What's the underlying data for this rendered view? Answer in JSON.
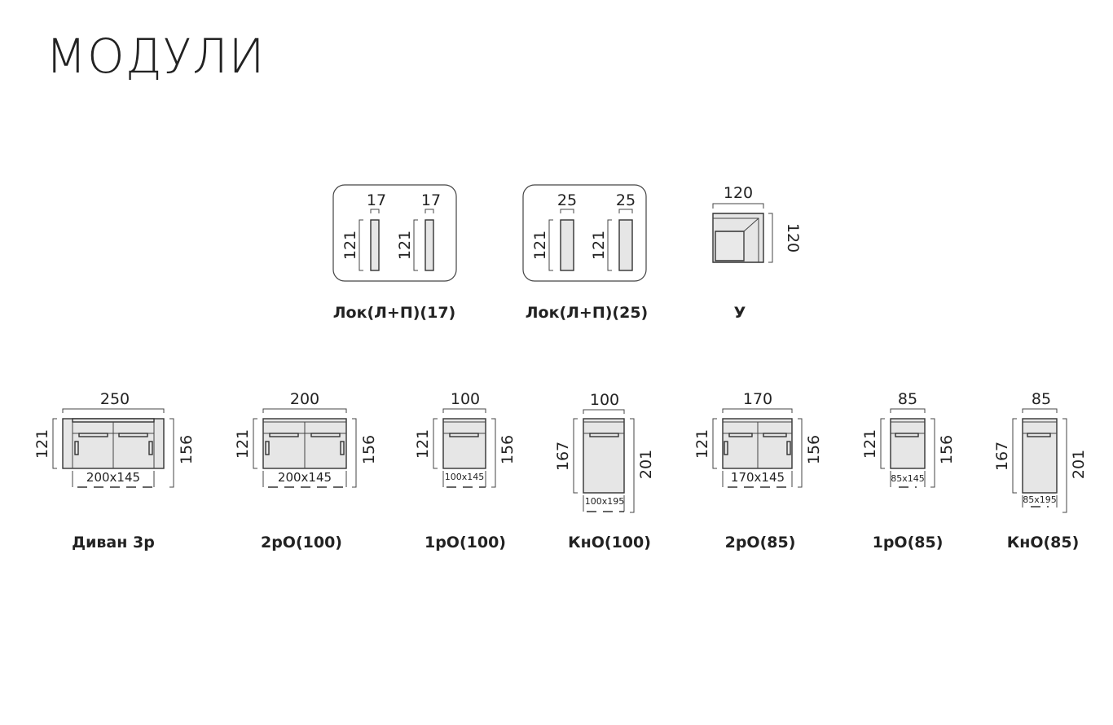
{
  "page": {
    "title": "МОДУЛИ"
  },
  "modules_top": [
    {
      "caption": "Лок(Л+П)(17)",
      "width": "17",
      "height": "121"
    },
    {
      "caption": "Лок(Л+П)(25)",
      "width": "25",
      "height": "121"
    },
    {
      "caption": "У",
      "width": "120",
      "height": "120"
    }
  ],
  "modules_bottom": [
    {
      "caption": "Диван 3р",
      "width": "250",
      "left": "121",
      "right": "156",
      "sleep": "200x145"
    },
    {
      "caption": "2рО(100)",
      "width": "200",
      "left": "121",
      "right": "156",
      "sleep": "200x145"
    },
    {
      "caption": "1рО(100)",
      "width": "100",
      "left": "121",
      "right": "156",
      "sleep": "100x145"
    },
    {
      "caption": "КнО(100)",
      "width": "100",
      "left": "167",
      "right": "201",
      "sleep": "100x195"
    },
    {
      "caption": "2рО(85)",
      "width": "170",
      "left": "121",
      "right": "156",
      "sleep": "170x145"
    },
    {
      "caption": "1рО(85)",
      "width": "85",
      "left": "121",
      "right": "156",
      "sleep": "85x145"
    },
    {
      "caption": "КнО(85)",
      "width": "85",
      "left": "167",
      "right": "201",
      "sleep": "85x195"
    }
  ]
}
